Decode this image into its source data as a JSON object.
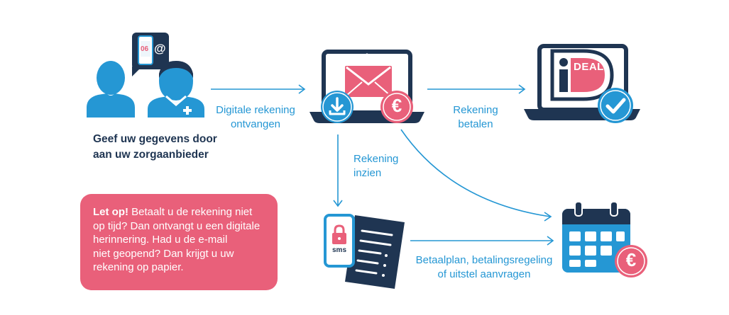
{
  "colors": {
    "primary_blue": "#2597d4",
    "dark_navy": "#1f3552",
    "accent_pink": "#e9607a",
    "white": "#ffffff"
  },
  "steps": {
    "step1": {
      "label_lines": [
        "Geef uw gegevens door",
        "aan uw zorgaanbieder"
      ],
      "bubble_text_a": "06",
      "bubble_text_b": "@"
    },
    "arrow1_label_lines": [
      "Digitale rekening",
      "ontvangen"
    ],
    "arrow2_label_lines": [
      "Rekening",
      "betalen"
    ],
    "arrow3_label_lines": [
      "Rekening",
      "inzien"
    ],
    "arrow4_label_lines": [
      "Betaalplan, betalingsregeling",
      "of uitstel aanvragen"
    ],
    "ideal": {
      "logo_letter": "i",
      "logo_text": "DEAL"
    },
    "sms_label": "sms",
    "euro_symbol": "€"
  },
  "note": {
    "bold": "Let op!",
    "lines": [
      " Betaalt u de rekening niet",
      "op tijd? Dan ontvangt u een digitale",
      "herinnering. Had u de e-mail",
      "niet geopend? Dan krijgt u uw",
      "rekening op papier."
    ]
  },
  "icons": [
    "patient-icon",
    "care-provider-icon",
    "phone-contact-bubble-icon",
    "laptop-mail-icon",
    "download-icon",
    "euro-coin-icon",
    "laptop-ideal-icon",
    "checkmark-icon",
    "sms-phone-icon",
    "paper-invoice-icon",
    "calendar-icon",
    "euro-badge-icon"
  ]
}
